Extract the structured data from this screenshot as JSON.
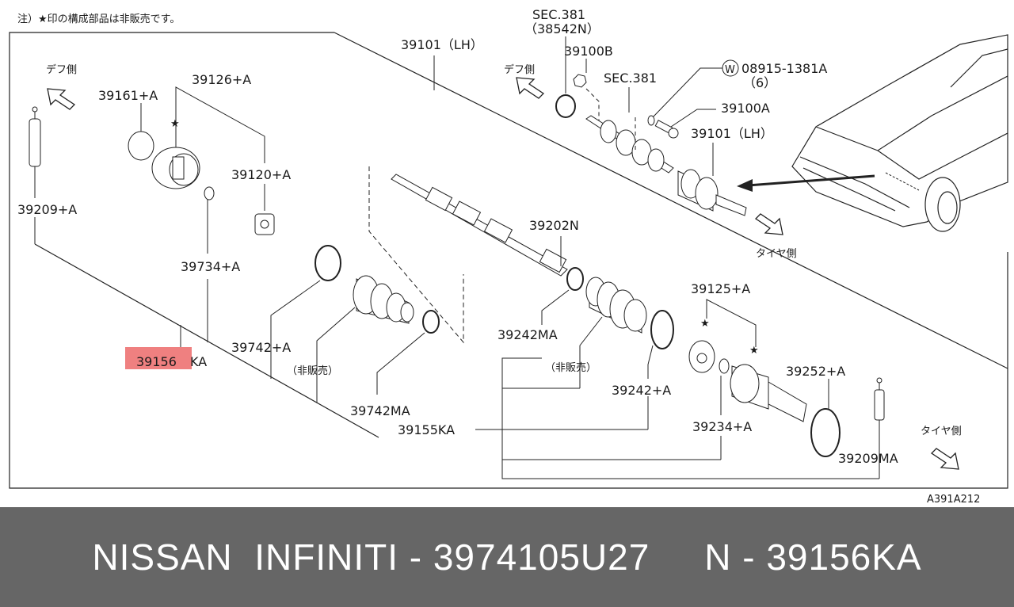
{
  "note": "注）★印の構成部品は非販売です。",
  "diff_side_label": "デフ側",
  "tire_side_label": "タイヤ側",
  "not_for_sale_label": "（非販売）",
  "drawing_code": "A391A212",
  "highlight_color": "#ef8080",
  "labels": {
    "p39161A": "39161+A",
    "p39126A": "39126+A",
    "p39120A": "39120+A",
    "p39209A": "39209+A",
    "p39734A": "39734+A",
    "p39156KA_hl": "39156",
    "p39156KA_rest": "KA",
    "p39742A": "39742+A",
    "p39742MA": "39742MA",
    "p39155KA": "39155KA",
    "p39101LH_top": "39101（LH）",
    "sec381_top": "SEC.381",
    "sec381_sub": "（38542N）",
    "p39100B": "39100B",
    "sec381_mid": "SEC.381",
    "w_circle": "W",
    "p08915": "08915-1381A",
    "qty6": "（6）",
    "p39100A": "39100A",
    "p39101LH_mid": "39101（LH）",
    "p39202N": "39202N",
    "p39242MA": "39242MA",
    "p39125A": "39125+A",
    "p39242A": "39242+A",
    "p39252A": "39252+A",
    "p39234A": "39234+A",
    "p39209MA": "39209MA",
    "star": "★"
  },
  "footer_text": "NISSAN  INFINITI - 3974105U27     N - 39156KA"
}
